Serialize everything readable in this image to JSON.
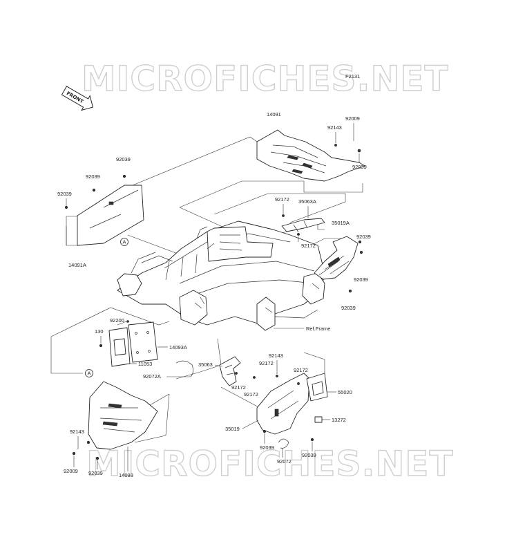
{
  "watermark": "MICROFICHES.NET",
  "figure_code": "F2131",
  "front_label": "FRONT",
  "ref_frame": "Ref.Frame",
  "callout_a": "A",
  "callouts": {
    "p14091": "14091",
    "p92009_top": "92009",
    "p92143_top": "92143",
    "p92039_top_right": "92039",
    "p92039_left_top": "92039",
    "p92039_left_mid": "92039",
    "p92039_left_low": "92039",
    "p14091A": "14091A",
    "p92172_a": "92172",
    "p35063A": "35063A",
    "p35019A": "35019A",
    "p92172_b": "92172",
    "p92039_r1": "92039",
    "p92039_r2": "92039",
    "p92039_r3": "92039",
    "p92200": "92200",
    "p130": "130",
    "p14093A": "14093A",
    "p11053": "11053",
    "p92072A": "92072A",
    "p35063": "35063",
    "p92172_c": "92172",
    "p92143_mid": "92143",
    "p92172_d": "92172",
    "p92172_e": "92172",
    "p92172_f": "92172",
    "p55020": "55020",
    "p13272": "13272",
    "p35019": "35019",
    "p92039_b1": "92039",
    "p92072": "92072",
    "p92039_b2": "92039",
    "p92143_low": "92143",
    "p92009_low": "92009",
    "p92039_low": "92039",
    "p14093": "14093"
  }
}
